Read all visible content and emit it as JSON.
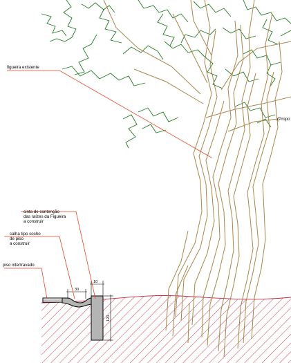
{
  "annotations": {
    "figueira": "figueira existente",
    "cinta_line1": "cinta de contenção",
    "cinta_line2": "das raízes da Figueira",
    "cinta_line3": "a construir",
    "calha_line1": "calha  tipo cocho",
    "calha_line2": "de piso",
    "calha_line3": "a construir",
    "piso": "piso intertravado",
    "clipped_note": "(Propo"
  },
  "dimensions": {
    "calha_width": "30",
    "cinta_width": "10",
    "cinta_depth": "120"
  },
  "colors": {
    "leaf_outline": "#1e7a1e",
    "branch": "#a8844a",
    "leader": "#e8421e",
    "hatch": "#c8283c",
    "concrete": "#b4b4b4"
  }
}
